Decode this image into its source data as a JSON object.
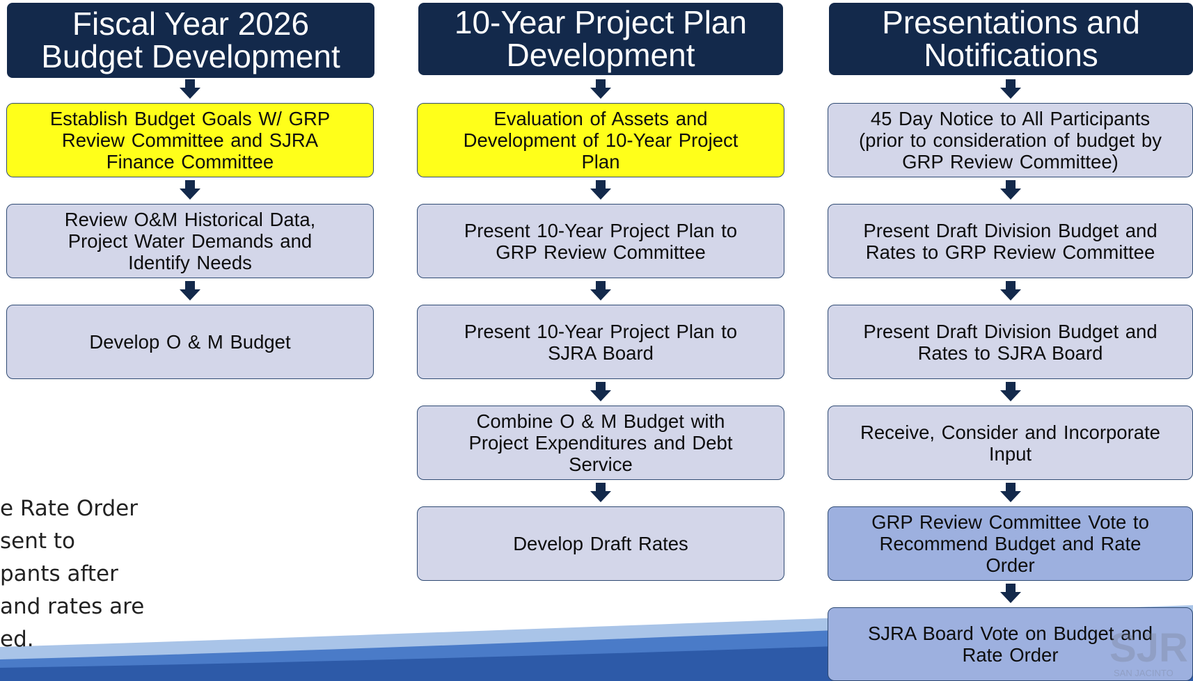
{
  "columns": [
    {
      "header": "Fiscal Year 2026\nBudget Development",
      "steps": [
        "Establish Budget Goals W/ GRP\nReview Committee and SJRA\nFinance Committee",
        "Review O&M Historical Data,\nProject Water Demands and\nIdentify Needs",
        "Develop O & M Budget"
      ]
    },
    {
      "header": "10-Year Project Plan\nDevelopment",
      "steps": [
        "Evaluation of Assets and\nDevelopment of 10-Year Project\nPlan",
        "Present 10-Year Project Plan to\nGRP Review Committee",
        "Present 10-Year Project Plan to\nSJRA Board",
        "Combine O & M Budget with\nProject Expenditures and Debt\nService",
        "Develop Draft Rates"
      ]
    },
    {
      "header": "Presentations and\nNotifications",
      "steps": [
        "45 Day Notice to All Participants\n(prior to consideration of budget by\nGRP Review Committee)",
        "Present Draft Division Budget and\nRates to GRP Review Committee",
        "Present Draft Division Budget and\nRates to SJRA Board",
        "Receive, Consider and Incorporate\nInput",
        "GRP Review Committee Vote to\nRecommend Budget and Rate\nOrder",
        "SJRA Board Vote on Budget and\nRate Order"
      ]
    }
  ],
  "side_note": "e Rate Order\nsent to\npants after\n and rates are\ned.",
  "logo_text": "SJR",
  "logo_subtext": "SAN JACINTO",
  "colors": {
    "header": "#13294b",
    "step_default": "#d3d6e9",
    "step_highlight": "#ffff1a",
    "step_vote": "#9db0df",
    "arrow": "#13294b",
    "wave": "#3c67b5"
  }
}
